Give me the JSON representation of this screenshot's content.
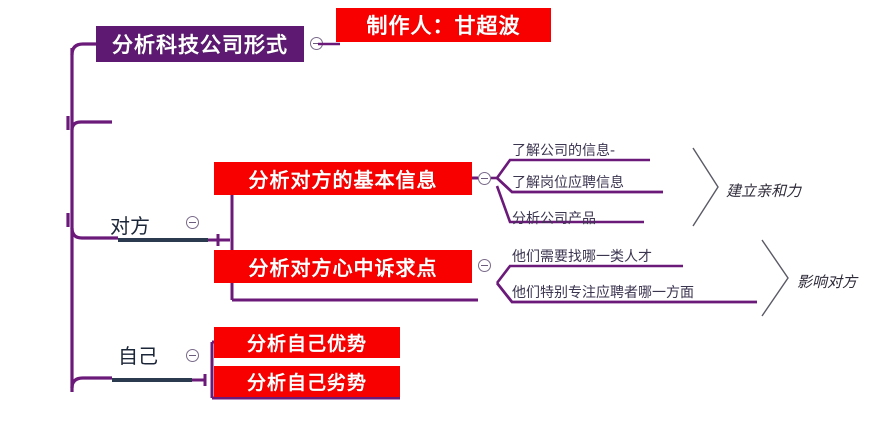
{
  "map": {
    "title": "分析科技公司形式",
    "credit": "制作人：甘超波",
    "colors": {
      "root_fill": "#5e1a72",
      "topic_fill": "#f80000",
      "branch_line": "#6b1a7a",
      "accent_line": "#2c3a4f",
      "leaf_text": "#3c3550"
    },
    "branches": [
      {
        "label": "对方",
        "topics": [
          {
            "title": "分析对方的基本信息",
            "group_label": "建立亲和力",
            "leaves": [
              "了解公司的信息-",
              "了解岗位应聘信息",
              "分析公司产品"
            ]
          },
          {
            "title": "分析对方心中诉求点",
            "group_label": "影响对方",
            "leaves": [
              "他们需要找哪一类人才",
              "他们特别专注应聘者哪一方面"
            ]
          }
        ]
      },
      {
        "label": "自己",
        "topics": [
          {
            "title": "分析自己优势",
            "group_label": "",
            "leaves": []
          },
          {
            "title": "分析自己劣势",
            "group_label": "",
            "leaves": []
          }
        ]
      }
    ],
    "toggles": {
      "root": "collapse-toggle",
      "counterpart": "collapse-toggle",
      "self": "collapse-toggle",
      "topic_1": "collapse-toggle",
      "topic_2": "collapse-toggle"
    }
  }
}
